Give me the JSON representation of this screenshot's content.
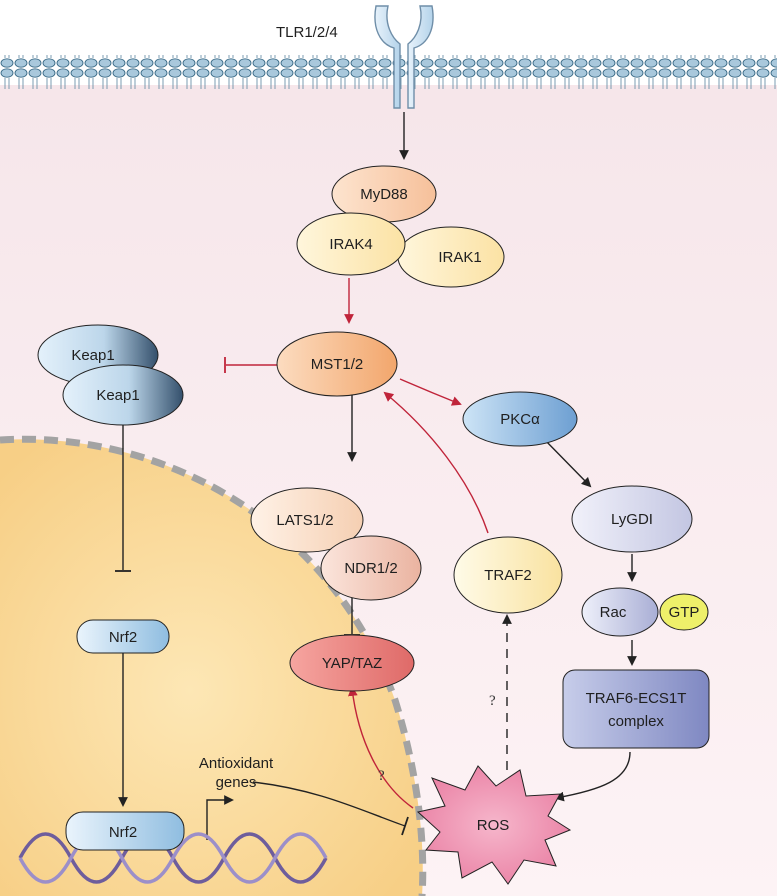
{
  "receptor": {
    "label": "TLR1/2/4"
  },
  "complex": {
    "myd88": "MyD88",
    "irak4": "IRAK4",
    "irak1": "IRAK1"
  },
  "mst": "MST1/2",
  "keap": {
    "top": "Keap1",
    "bottom": "Keap1"
  },
  "nrf2": {
    "cytoplasm": "Nrf2",
    "nucleus": "Nrf2"
  },
  "pkc": "PKCα",
  "lygdi": "LyGDI",
  "rac": {
    "rac": "Rac",
    "gtp": "GTP"
  },
  "traf6": {
    "line1": "TRAF6-ECS1T",
    "line2": "complex"
  },
  "lats": "LATS1/2",
  "ndr": "NDR1/2",
  "yap": "YAP/TAZ",
  "traf2": "TRAF2",
  "ros": "ROS",
  "antioxidant": {
    "line1": "Antioxidant",
    "line2": "genes"
  },
  "unknown_marks": {
    "ros_to_yap": "?",
    "ros_to_traf2": "?"
  },
  "colors": {
    "activation_red": "#c0243a",
    "arrow_black": "#222222",
    "membrane_blue": "#a9c8dc",
    "nucleus_yellow": "#fbe1a6",
    "ros_pink": "#ee8fae"
  }
}
